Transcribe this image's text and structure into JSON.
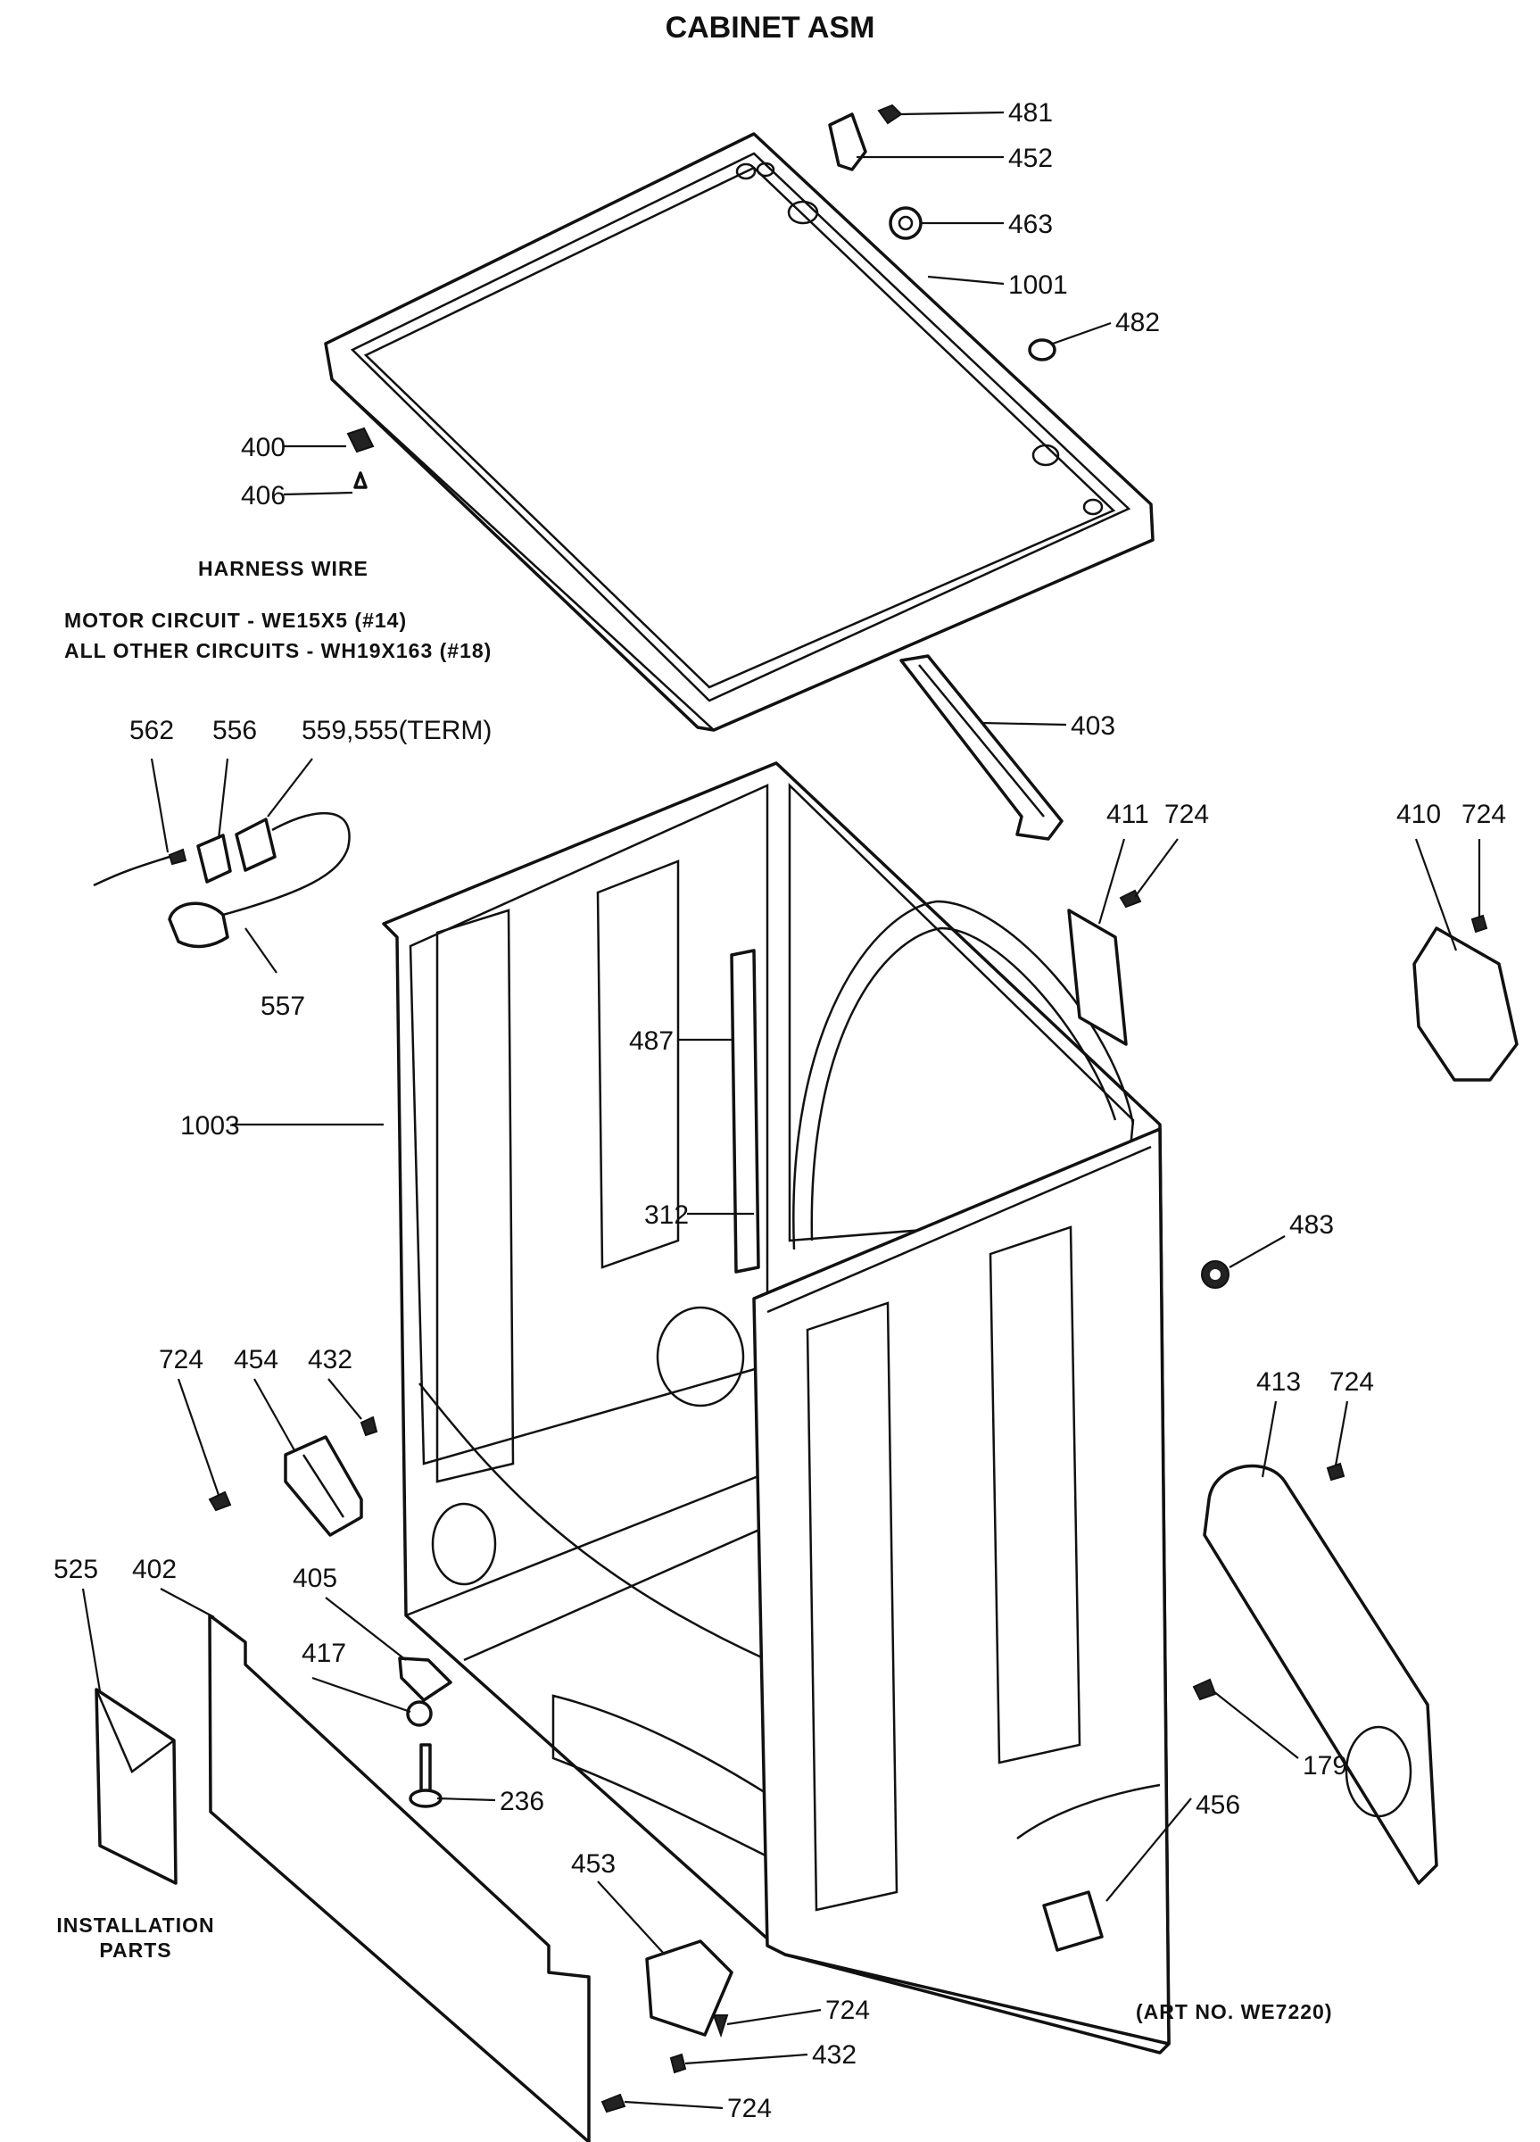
{
  "title": "CABINET ASM",
  "harness": {
    "heading": "HARNESS WIRE",
    "line1": "MOTOR CIRCUIT - WE15X5 (#14)",
    "line2": "ALL OTHER CIRCUITS - WH19X163 (#18)"
  },
  "installation": {
    "line1": "INSTALLATION",
    "line2": "PARTS"
  },
  "art_no": "(ART NO. WE7220)",
  "callouts": {
    "c481": "481",
    "c452": "452",
    "c463": "463",
    "c1001": "1001",
    "c482": "482",
    "c400": "400",
    "c406": "406",
    "c403": "403",
    "c562": "562",
    "c556": "556",
    "c559": "559,555(TERM)",
    "c557": "557",
    "c411": "411",
    "c724a": "724",
    "c410": "410",
    "c724b": "724",
    "c487": "487",
    "c1003": "1003",
    "c312": "312",
    "c483": "483",
    "c724c": "724",
    "c454": "454",
    "c432a": "432",
    "c413": "413",
    "c724d": "724",
    "c525": "525",
    "c402": "402",
    "c405": "405",
    "c417": "417",
    "c236": "236",
    "c179": "179",
    "c456": "456",
    "c453": "453",
    "c724e": "724",
    "c432b": "432",
    "c724f": "724"
  }
}
